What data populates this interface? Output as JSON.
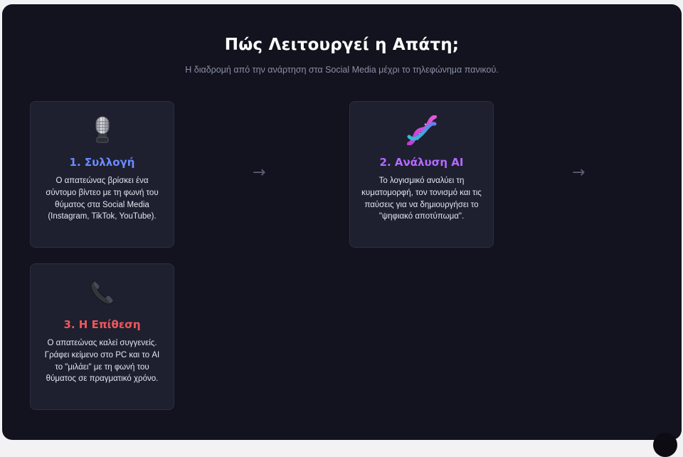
{
  "section": {
    "title": "Πώς Λειτουργεί η Απάτη;",
    "subtitle": "Η διαδρομή από την ανάρτηση στα Social Media μέχρι το τηλεφώνημα πανικού."
  },
  "steps": [
    {
      "icon": "microphone-icon",
      "title": "1. Συλλογή",
      "color": "#6b8cff",
      "description": "Ο απατεώνας βρίσκει ένα σύντομο βίντεο με τη φωνή του θύματος στα Social Media (Instagram, TikTok, YouTube)."
    },
    {
      "icon": "dna-icon",
      "title": "2. Ανάλυση AI",
      "color": "#b36bff",
      "description": "Το λογισμικό αναλύει τη κυματομορφή, τον τονισμό και τις παύσεις για να δημιουργήσει το \"ψηφιακό αποτύπωμα\"."
    },
    {
      "icon": "telephone-icon",
      "title": "3. Η Επίθεση",
      "color": "#f0575c",
      "description": "Ο απατεώνας καλεί συγγενείς. Γράφει κείμενο στο PC και το AI το \"μιλάει\" με τη φωνή του θύματος σε πραγματικό χρόνο."
    }
  ],
  "arrow_glyph": "→"
}
